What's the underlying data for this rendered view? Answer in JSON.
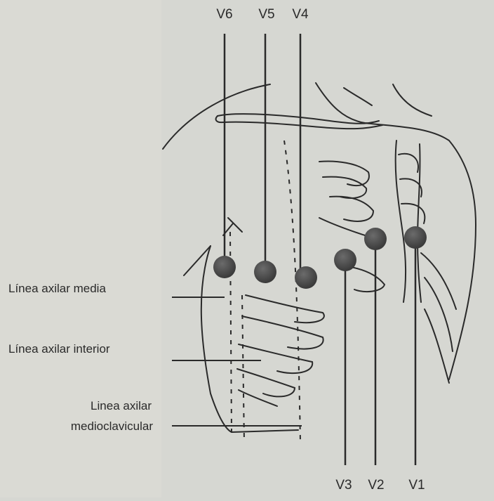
{
  "diagram": {
    "leads_top": [
      "V6",
      "V5",
      "V4"
    ],
    "leads_bottom": [
      "V3",
      "V2",
      "V1"
    ],
    "labels": {
      "axilar_media": "Línea axilar media",
      "axilar_interior": "Línea axilar interior",
      "medioclavicular_line1": "Linea axilar",
      "medioclavicular_line2": "medioclavicular"
    }
  },
  "colors": {
    "paper": "#d6d7d2",
    "ink": "#2a2a2a",
    "electrode": "#4a4a4a",
    "chest_shade": "#c6c7c2"
  }
}
